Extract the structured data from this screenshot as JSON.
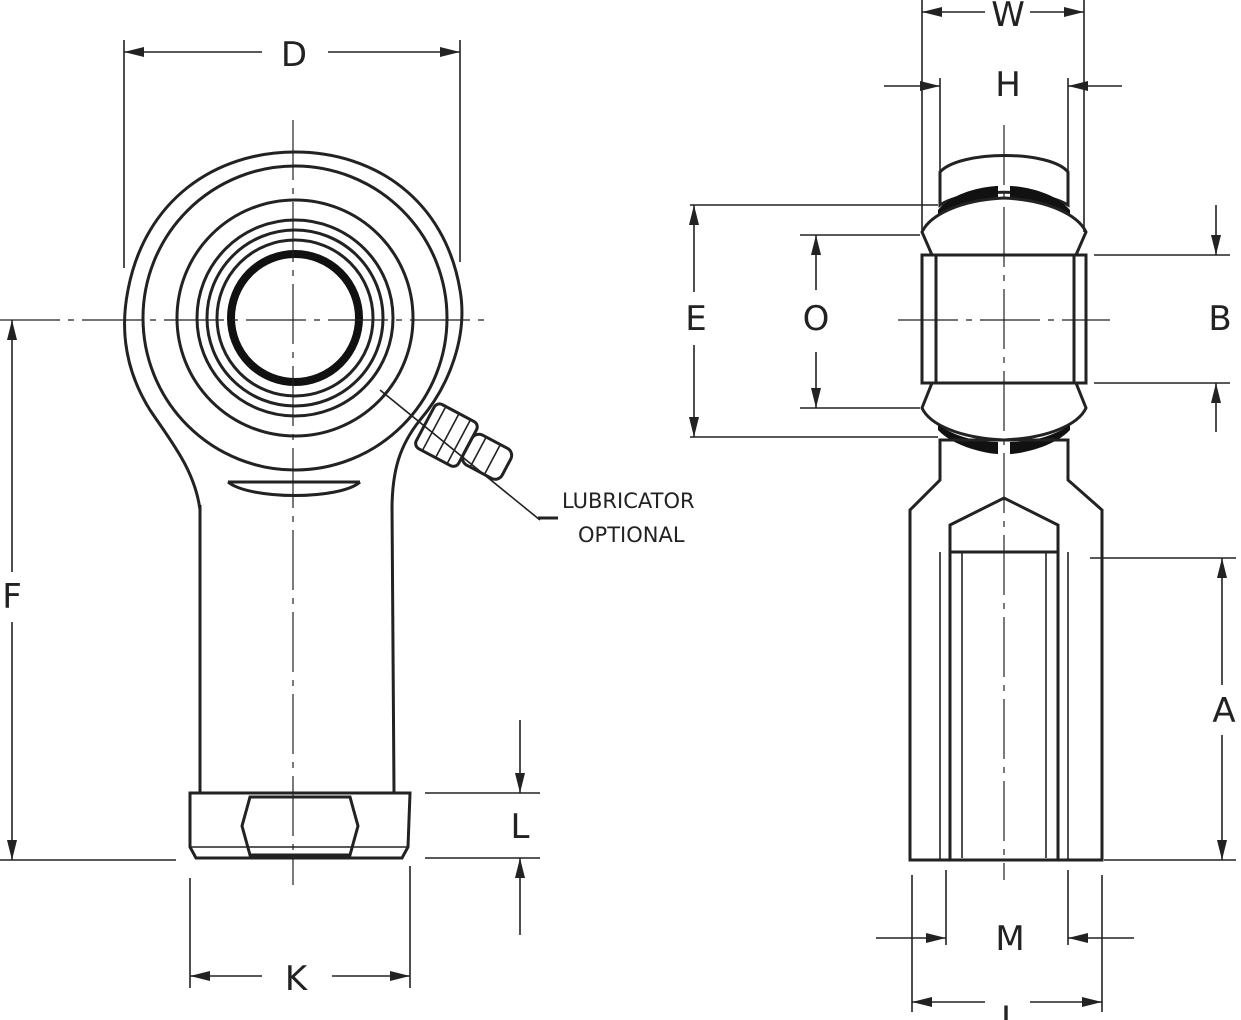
{
  "labels": {
    "D": "D",
    "W": "W",
    "H": "H",
    "E": "E",
    "O": "O",
    "B": "B",
    "F": "F",
    "A": "A",
    "L": "L",
    "K": "K",
    "M": "M",
    "J": "J"
  },
  "note": {
    "line1": "LUBRICATOR",
    "line2": "OPTIONAL"
  }
}
